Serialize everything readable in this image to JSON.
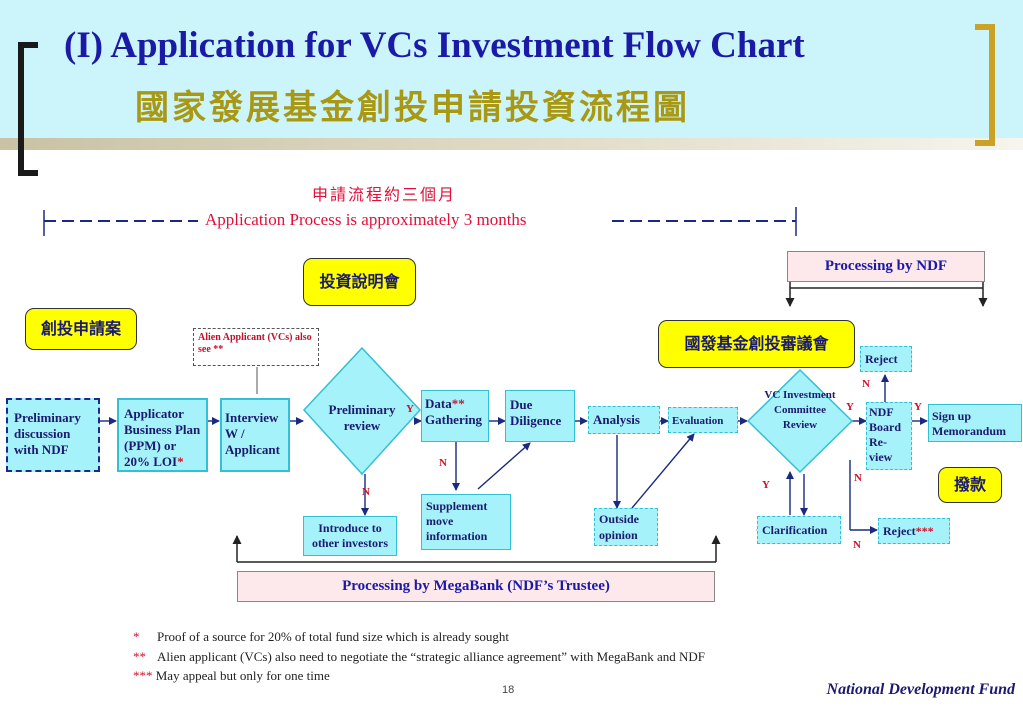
{
  "title": {
    "english": "(I) Application for VCs Investment Flow Chart",
    "chinese": "國家發展基金創投申請投資流程圖"
  },
  "duration": {
    "chinese": "申請流程約三個月",
    "english": "Application Process is approximately 3 months"
  },
  "tags": {
    "apply": "創投申請案",
    "briefing": "投資說明會",
    "committee": "國發基金創投審議會",
    "payout": "撥款"
  },
  "steps": {
    "preliminary_discussion": "Preliminary discussion with NDF",
    "applicator": "Applicator Business Plan (PPM) or 20% LOI",
    "applicator_mark": "*",
    "alien_note": "Alien Applicant (VCs) also see",
    "alien_mark": "**",
    "interview": "Interview W / Applicant",
    "preliminary_review": "Preliminary review",
    "introduce": "Introduce to other investors",
    "data_gathering_a": "Data",
    "data_gathering_mark": "**",
    "data_gathering_b": "Gathering",
    "supplement": "Supplement move information",
    "due_diligence": "Due Diligence",
    "analysis": "Analysis",
    "outside_opinion": "Outside opinion",
    "evaluation": "Evaluation",
    "vc_committee": "VC Investment Committee Review",
    "clarification": "Clarification",
    "reject_top": "Reject",
    "reject_bottom": "Reject",
    "reject_mark": "***",
    "ndf_board": "NDF Board Re-view",
    "sign_up": "Sign up Memorandum"
  },
  "labels": {
    "yes": "Y",
    "no": "N"
  },
  "processing": {
    "ndf": "Processing by NDF",
    "megabank": "Processing by MegaBank (NDF’s Trustee)"
  },
  "footnotes": [
    {
      "mark": "*",
      "text": "Proof of a source for 20% of total fund size which is already sought"
    },
    {
      "mark": "**",
      "text": "Alien applicant (VCs) also need to negotiate  the  “strategic alliance agreement”  with MegaBank and NDF"
    },
    {
      "mark": "***",
      "text": "May appeal but only for one time"
    }
  ],
  "page_number": "18",
  "brand": "National Development Fund",
  "colors": {
    "header_bg": "#ccf5fb",
    "title_en": "#1a1aa6",
    "title_zh": "#a89814",
    "box_fill": "#a6f2fa",
    "box_border": "#33bfd4",
    "tag_fill": "#ffff00",
    "accent_red": "#e0103a",
    "processing_fill": "#fde8ec"
  }
}
